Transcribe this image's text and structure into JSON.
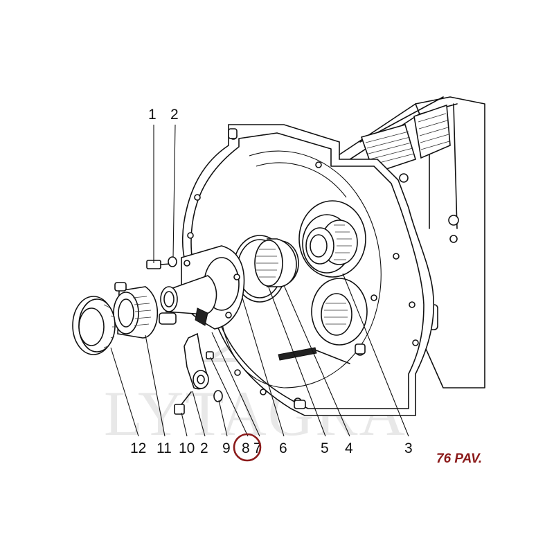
{
  "diagram": {
    "watermark": "LYTAGRA",
    "figure_label": "76 PAV.",
    "figure_label_color": "#8b1a1a",
    "highlight_color": "#8b1a1a",
    "highlighted_callout": "8",
    "top_labels": [
      "1",
      "2"
    ],
    "bottom_labels": [
      "12",
      "11",
      "10",
      "2",
      "9",
      "8",
      "7",
      "6",
      "5",
      "4",
      "3"
    ]
  }
}
